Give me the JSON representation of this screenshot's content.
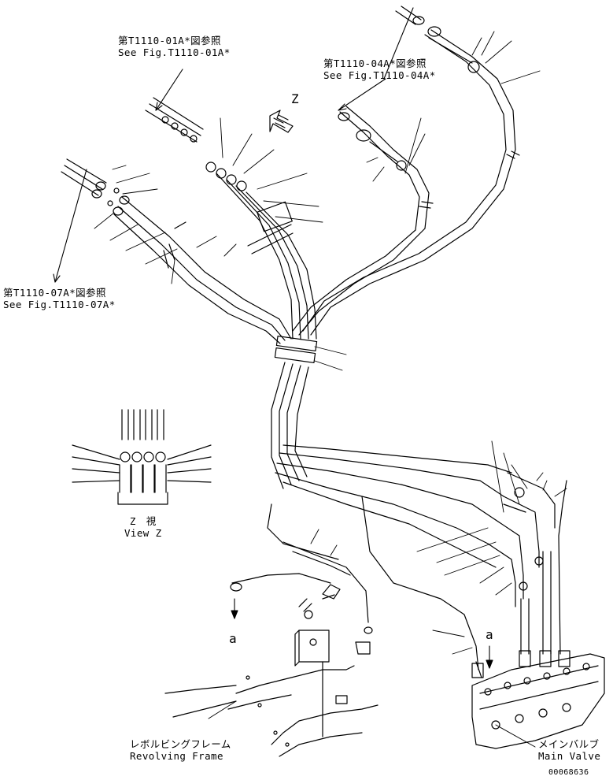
{
  "refs": {
    "t01a": {
      "jp": "第T1110-01A*図参照",
      "en": "See Fig.T1110-01A*"
    },
    "t04a": {
      "jp": "第T1110-04A*図参照",
      "en": "See Fig.T1110-04A*"
    },
    "t07a": {
      "jp": "第T1110-07A*図参照",
      "en": "See Fig.T1110-07A*"
    }
  },
  "view_z": {
    "arrow_label": "Z",
    "jp": "Z　視",
    "en": "View Z"
  },
  "markers": {
    "a1": "a",
    "a2": "a"
  },
  "revolving_frame": {
    "jp": "レボルビングフレーム",
    "en": "Revolving Frame"
  },
  "main_valve": {
    "jp": "メインバルブ",
    "en": "Main Valve"
  },
  "drawing_number": "00068636"
}
